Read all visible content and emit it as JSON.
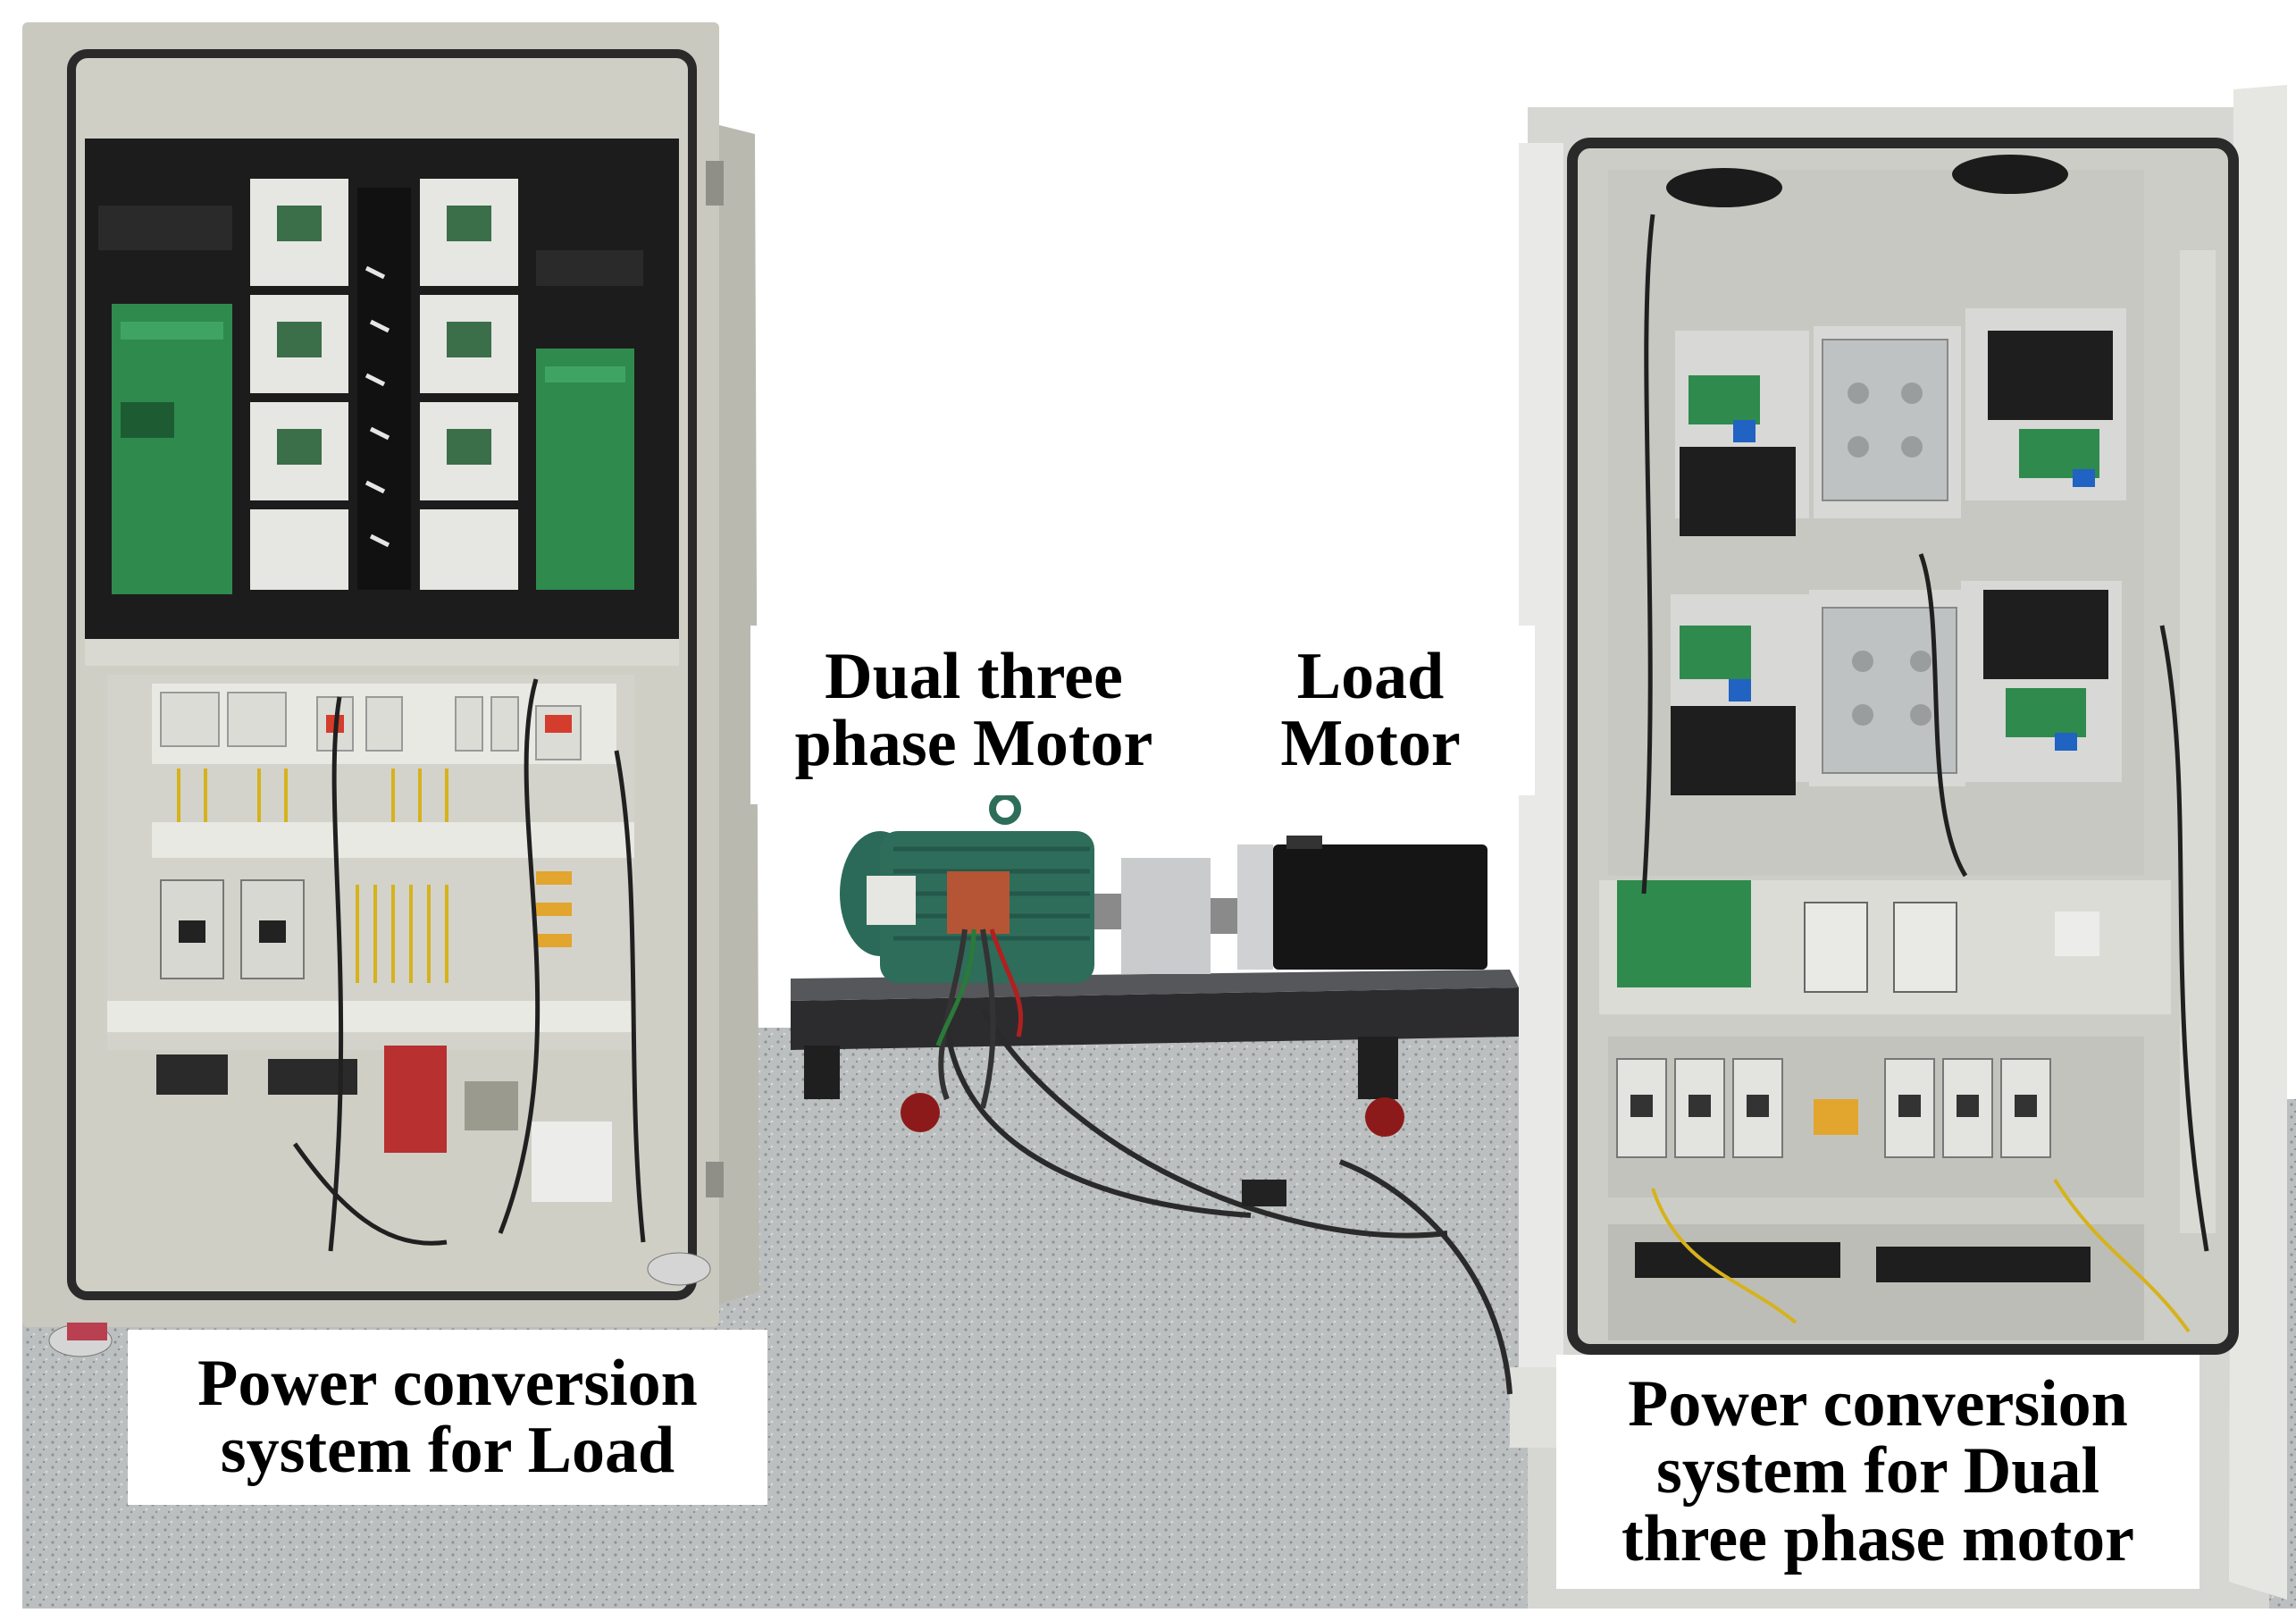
{
  "labels": {
    "dual_motor": [
      "Dual three",
      "phase Motor"
    ],
    "load_motor": [
      "Load",
      "Motor"
    ],
    "pcs_load": [
      "Power conversion",
      "system for Load"
    ],
    "pcs_dual": [
      "Power conversion",
      "system for Dual",
      "three phase motor"
    ]
  },
  "scene": {
    "objects": [
      "left-cabinet",
      "right-cabinet",
      "dual-three-phase-motor",
      "load-motor",
      "test-bench",
      "floor"
    ]
  },
  "colors": {
    "cabinet": "#cfcfc6",
    "cabinet_interior": "#202020",
    "pcb_green": "#2f8a4e",
    "motor_green": "#2e6d5a",
    "floor": "#b9bcbc",
    "bench": "#2c2c2e"
  }
}
